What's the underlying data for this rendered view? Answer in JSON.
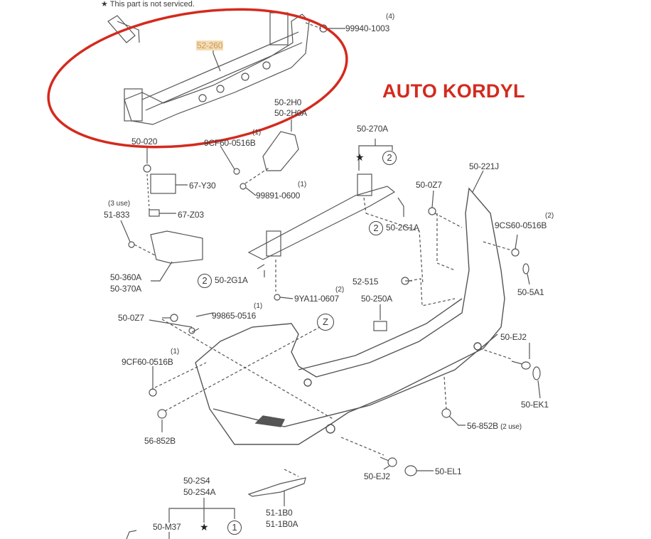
{
  "note": {
    "symbol": "★",
    "text": "This part is not serviced."
  },
  "brand": {
    "text": "AUTO KORDYL",
    "color": "#d42a1e"
  },
  "highlight": {
    "ellipse_color": "#d42a1e",
    "part": "52-260"
  },
  "labels": {
    "p52_260": "52-260",
    "p99940": "99940-1003",
    "q99940": "(4)",
    "p50_2H0": "50-2H0",
    "p50_2H0A": "50-2H0A",
    "p50_270A": "50-270A",
    "c50_270A": "2",
    "p50_020": "50-020",
    "p9CF60a": "9CF60-0516B",
    "q9CF60a": "(1)",
    "p50_221J": "50-221J",
    "p67_Y30": "67-Y30",
    "p99891": "99891-0600",
    "q99891": "(1)",
    "p50_0Z7a": "50-0Z7",
    "q51_833": "(3 use)",
    "p51_833": "51-833",
    "p67_Z03": "67-Z03",
    "p50_2G1Aa": "50-2G1A",
    "c50_2G1Aa": "2",
    "p9CS60": "9CS60-0516B",
    "q9CS60": "(2)",
    "p50_360A": "50-360A",
    "p50_370A": "50-370A",
    "p50_2G1Ab": "50-2G1A",
    "c50_2G1Ab": "2",
    "p52_515": "52-515",
    "p9YA11": "9YA11-0607",
    "q9YA11": "(2)",
    "p50_5A1": "50-5A1",
    "p50_250A": "50-250A",
    "p99865": "99865-0516",
    "q99865": "(1)",
    "p50_0Z7b": "50-0Z7",
    "cZ": "Z",
    "p50_EJ2a": "50-EJ2",
    "p9CF60b": "9CF60-0516B",
    "q9CF60b": "(1)",
    "p50_EK1": "50-EK1",
    "p56_852Ba": "56-852B",
    "p56_852Bb": "56-852B",
    "q56_852Bb": "(2 use)",
    "p50_EL1": "50-EL1",
    "p50_2S4": "50-2S4",
    "p50_2S4A": "50-2S4A",
    "p50_EJ2b": "50-EJ2",
    "p51_1B0": "51-1B0",
    "p51_1B0A": "51-1B0A",
    "p50_M37": "50-M37",
    "c50_M37": "1"
  },
  "star": "★"
}
